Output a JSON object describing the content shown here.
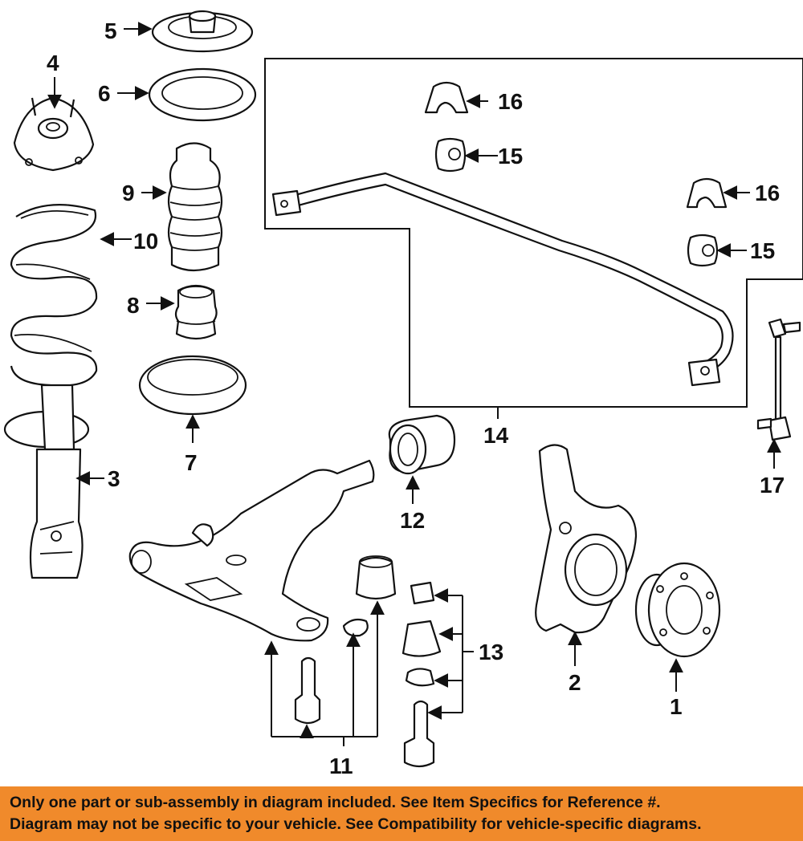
{
  "callouts": {
    "c1": "1",
    "c2": "2",
    "c3": "3",
    "c4": "4",
    "c5": "5",
    "c6": "6",
    "c7": "7",
    "c8": "8",
    "c9": "9",
    "c10": "10",
    "c11": "11",
    "c12": "12",
    "c13": "13",
    "c14": "14",
    "c15a": "15",
    "c15b": "15",
    "c16a": "16",
    "c16b": "16",
    "c17": "17"
  },
  "notice": {
    "line1": "Only one part or sub-assembly in diagram included. See Item Specifics for Reference #.",
    "line2": "Diagram may not be specific to your vehicle. See Compatibility for vehicle-specific diagrams."
  },
  "colors": {
    "banner": "#f08a2b",
    "ink": "#111111",
    "background": "#ffffff"
  }
}
